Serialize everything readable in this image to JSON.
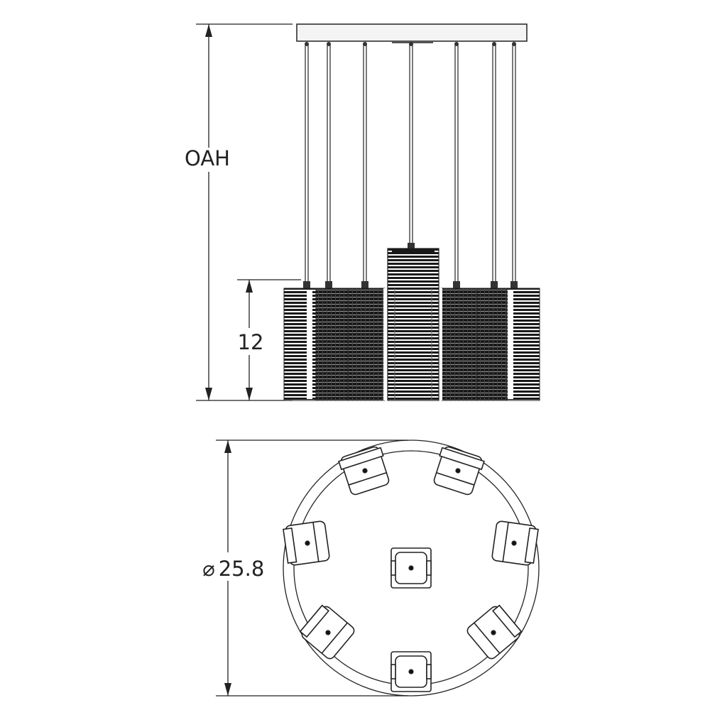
{
  "dimensions": {
    "overall_height": "OAH",
    "shade_height": "12",
    "diameter_symbol": "⌀",
    "diameter": "25.8"
  },
  "fixture": {
    "pendant_count": 8,
    "outer_pendants": 7,
    "center_pendants": 1
  },
  "colors": {
    "line": "#222222",
    "shade_dark": "#1a1a1a",
    "canopy": "#f4f4f4",
    "background": "#ffffff"
  }
}
